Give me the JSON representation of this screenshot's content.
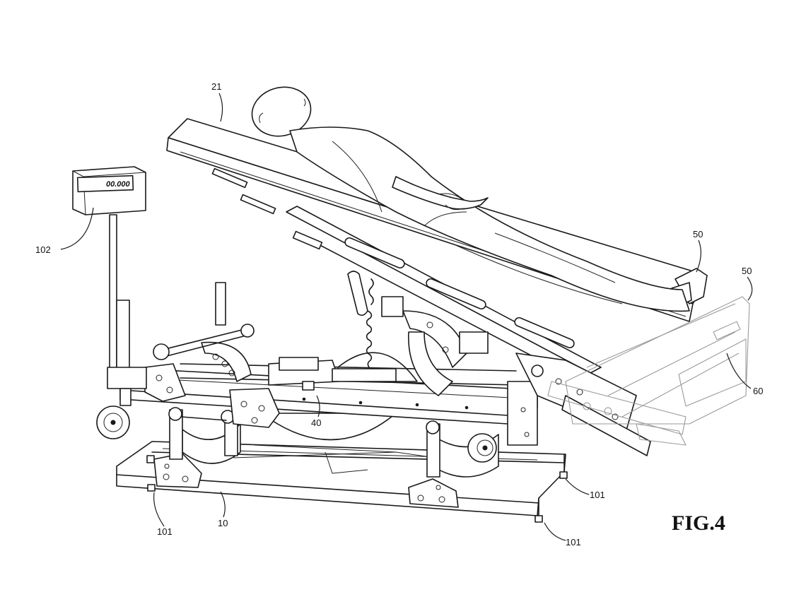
{
  "figure": {
    "caption": "FIG.4",
    "scale_display": "00.000"
  },
  "reference_numerals": {
    "r21": "21",
    "r102": "102",
    "r50a": "50",
    "r50b": "50",
    "r60": "60",
    "r40": "40",
    "r10": "10",
    "r101a": "101",
    "r101b": "101",
    "r101c": "101"
  }
}
